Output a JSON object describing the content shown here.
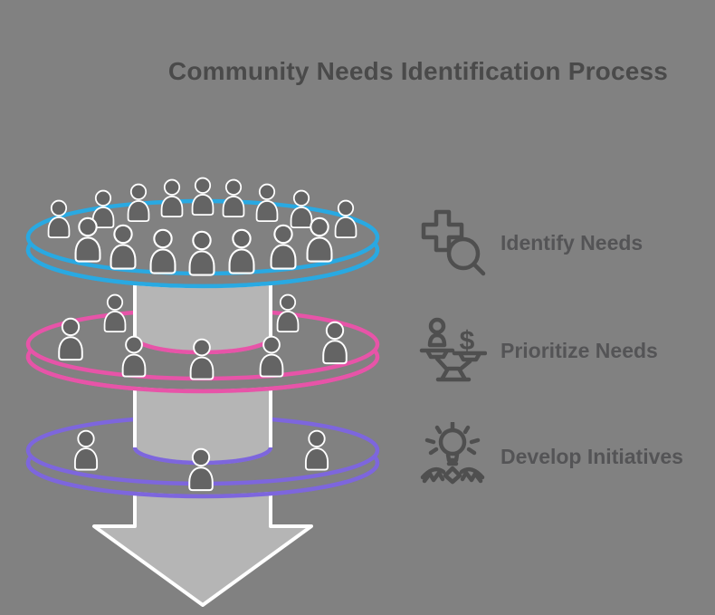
{
  "title": "Community Needs Identification Process",
  "colors": {
    "background": "#818181",
    "title_text": "#4a4a4a",
    "step_text": "#545456",
    "icon_stroke": "#4f4f4f",
    "stage_blue": "#29a9e2",
    "stage_pink": "#e754a8",
    "stage_purple": "#7d66dd",
    "arrow_fill": "#b5b5b5",
    "arrow_outline": "#ffffff",
    "person_fill": "#646464"
  },
  "steps": [
    {
      "label": "Identify Needs",
      "icon": "search-plus-icon"
    },
    {
      "label": "Prioritize Needs",
      "icon": "balance-scale-icon",
      "dollar_glyph": "$"
    },
    {
      "label": "Develop Initiatives",
      "icon": "lightbulb-hands-icon"
    }
  ],
  "funnel": {
    "stages": [
      {
        "name": "identify-needs-layer",
        "color_key": "stage_blue",
        "people_count": 16,
        "people": [
          [
            65,
            220,
            0.85,
            1
          ],
          [
            114,
            209,
            0.85,
            1
          ],
          [
            153,
            202,
            0.85,
            1
          ],
          [
            190,
            197,
            0.85,
            1
          ],
          [
            224,
            195,
            0.85,
            1
          ],
          [
            258,
            197,
            0.85,
            1
          ],
          [
            295,
            202,
            0.85,
            1
          ],
          [
            333,
            209,
            0.85,
            1
          ],
          [
            382,
            220,
            0.85,
            1
          ],
          [
            97,
            239,
            1,
            1
          ],
          [
            136,
            247,
            1,
            1
          ],
          [
            180,
            252,
            1,
            1
          ],
          [
            223,
            254,
            1,
            1
          ],
          [
            267,
            252,
            1,
            1
          ],
          [
            313,
            247,
            1,
            1
          ],
          [
            353,
            239,
            1,
            1
          ]
        ]
      },
      {
        "name": "prioritize-needs-layer",
        "color_key": "stage_pink",
        "people_count": 7,
        "people": [
          [
            127,
            324,
            0.85,
            0
          ],
          [
            318,
            324,
            0.85,
            0
          ],
          [
            78,
            350,
            0.95,
            1
          ],
          [
            370,
            354,
            0.95,
            1
          ],
          [
            148,
            370,
            0.92,
            1
          ],
          [
            223,
            373,
            0.92,
            1
          ],
          [
            300,
            370,
            0.92,
            1
          ]
        ]
      },
      {
        "name": "develop-initiatives-layer",
        "color_key": "stage_purple",
        "people_count": 3,
        "people": [
          [
            95,
            474,
            0.9,
            1
          ],
          [
            222,
            494,
            0.95,
            1
          ],
          [
            350,
            474,
            0.9,
            1
          ]
        ]
      }
    ]
  }
}
